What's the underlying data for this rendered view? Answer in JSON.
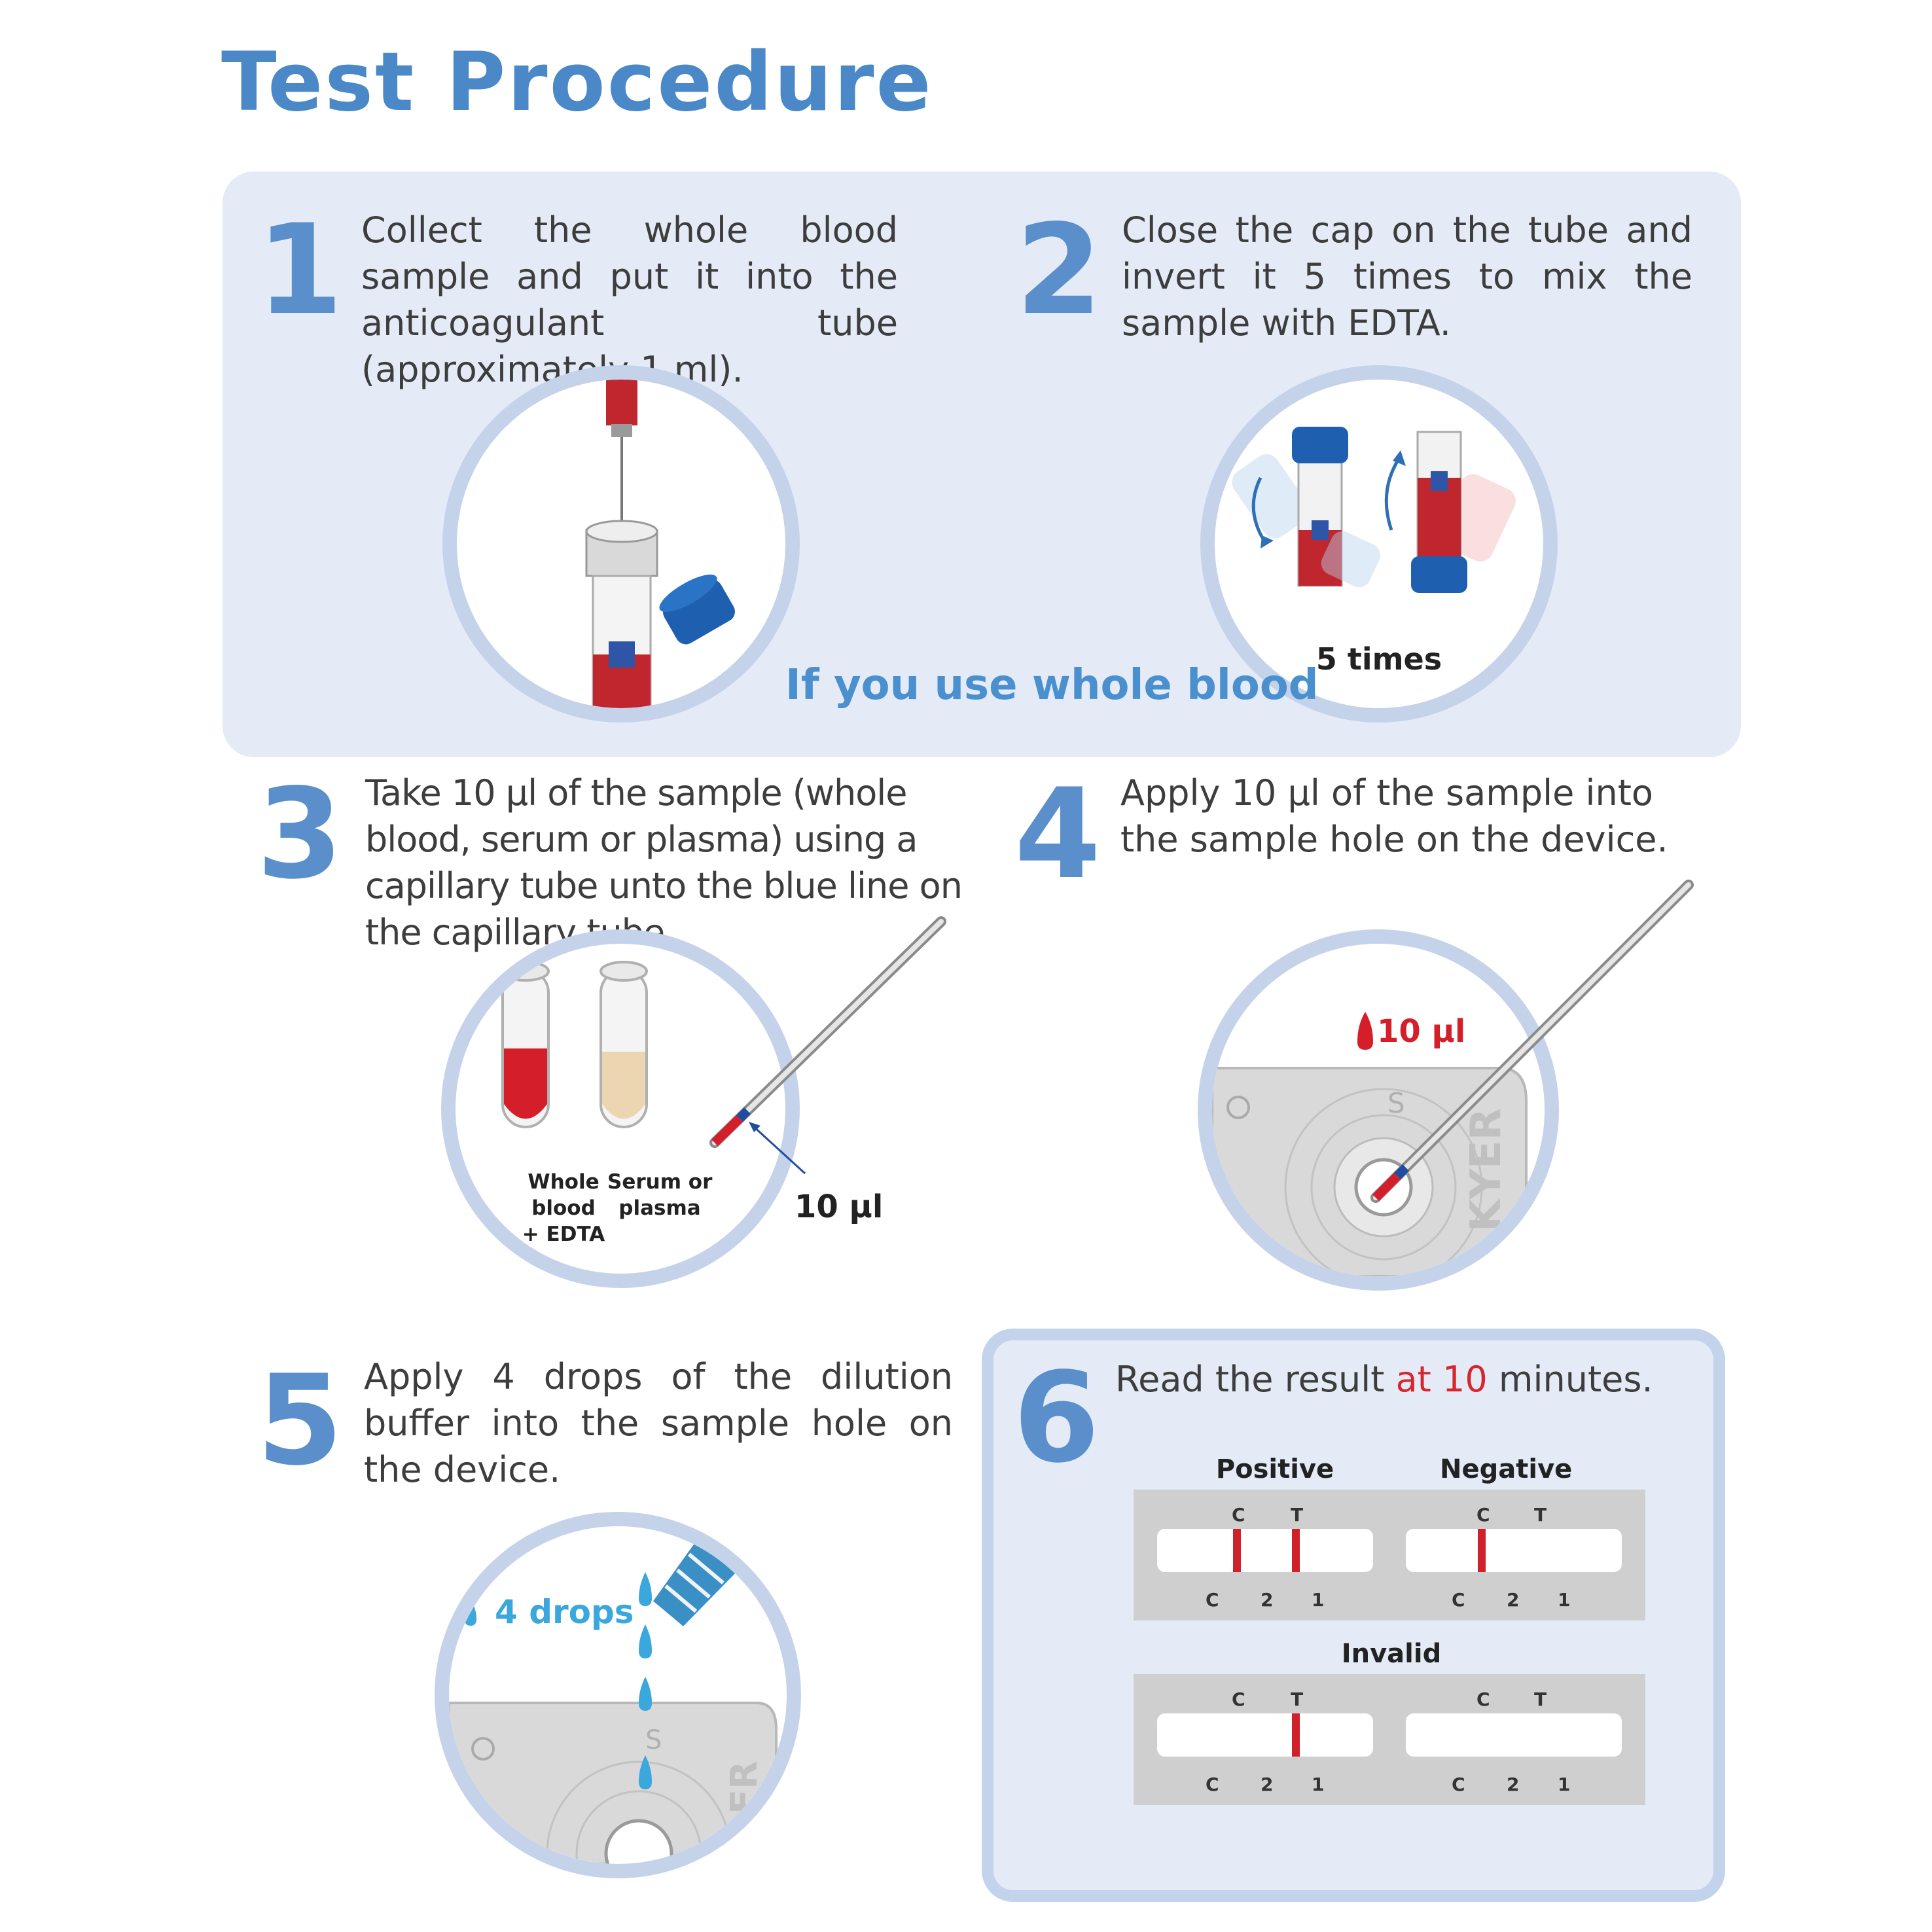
{
  "title": "Test Procedure",
  "whole_blood_caption": "If you use whole blood",
  "steps": [
    {
      "number": "1",
      "text": "Collect the whole blood sample and put it into the anticoagulant tube (approximately 1 ml)."
    },
    {
      "number": "2",
      "text": "Close the cap on the tube and invert it 5 times to mix the sample with EDTA.",
      "illustration_label": "5 times"
    },
    {
      "number": "3",
      "text": "Take 10 µl of the sample (whole blood, serum or plasma) using a capillary tube unto the blue line on the capillary tube.",
      "labels": {
        "tube_a_line1": "Whole",
        "tube_a_line2": "blood",
        "tube_a_line3": "+ EDTA",
        "tube_b_line1": "Serum or",
        "tube_b_line2": "plasma",
        "volume": "10 µl"
      }
    },
    {
      "number": "4",
      "text": "Apply 10 µl of the sample into the sample hole on the device.",
      "volume": "10 µl",
      "device_mark": "S",
      "device_brand": "KYER"
    },
    {
      "number": "5",
      "text": "Apply 4 drops of the dilution buffer into the sample hole on the device.",
      "drops_label": "4 drops",
      "device_mark": "S",
      "device_brand": "FR"
    },
    {
      "number": "6",
      "text_before": "Read the result ",
      "text_accent": "at 10",
      "text_after": " minutes."
    }
  ],
  "results": {
    "positive_label": "Positive",
    "negative_label": "Negative",
    "invalid_label": "Invalid",
    "top_letters": [
      "C",
      "T"
    ],
    "bottom_letters": [
      "C",
      "2",
      "1"
    ]
  },
  "colors": {
    "title_blue": "#4a88c7",
    "panel_bg": "#e4ebf7",
    "circle_border": "#c5d3ea",
    "accent_red": "#d7262d",
    "drop_blue": "#3aa7dd"
  }
}
